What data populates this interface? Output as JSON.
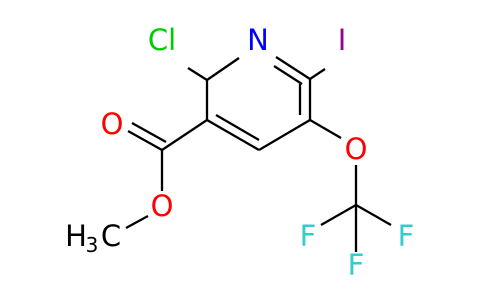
{
  "molecule": {
    "colors": {
      "Cl": "#00cc00",
      "N": "#0000ff",
      "I": "#940094",
      "O": "#ff0000",
      "F": "#33cccc",
      "C": "#000000"
    },
    "atoms": {
      "cl": "Cl",
      "n": "N",
      "i": "I",
      "o_carbonyl": "O",
      "o_ester": "O",
      "o_ether": "O",
      "f_left": "F",
      "f_right": "F",
      "f_bottom": "F",
      "methyl_h": "H",
      "methyl_sub": "3",
      "methyl_c": "C"
    }
  }
}
